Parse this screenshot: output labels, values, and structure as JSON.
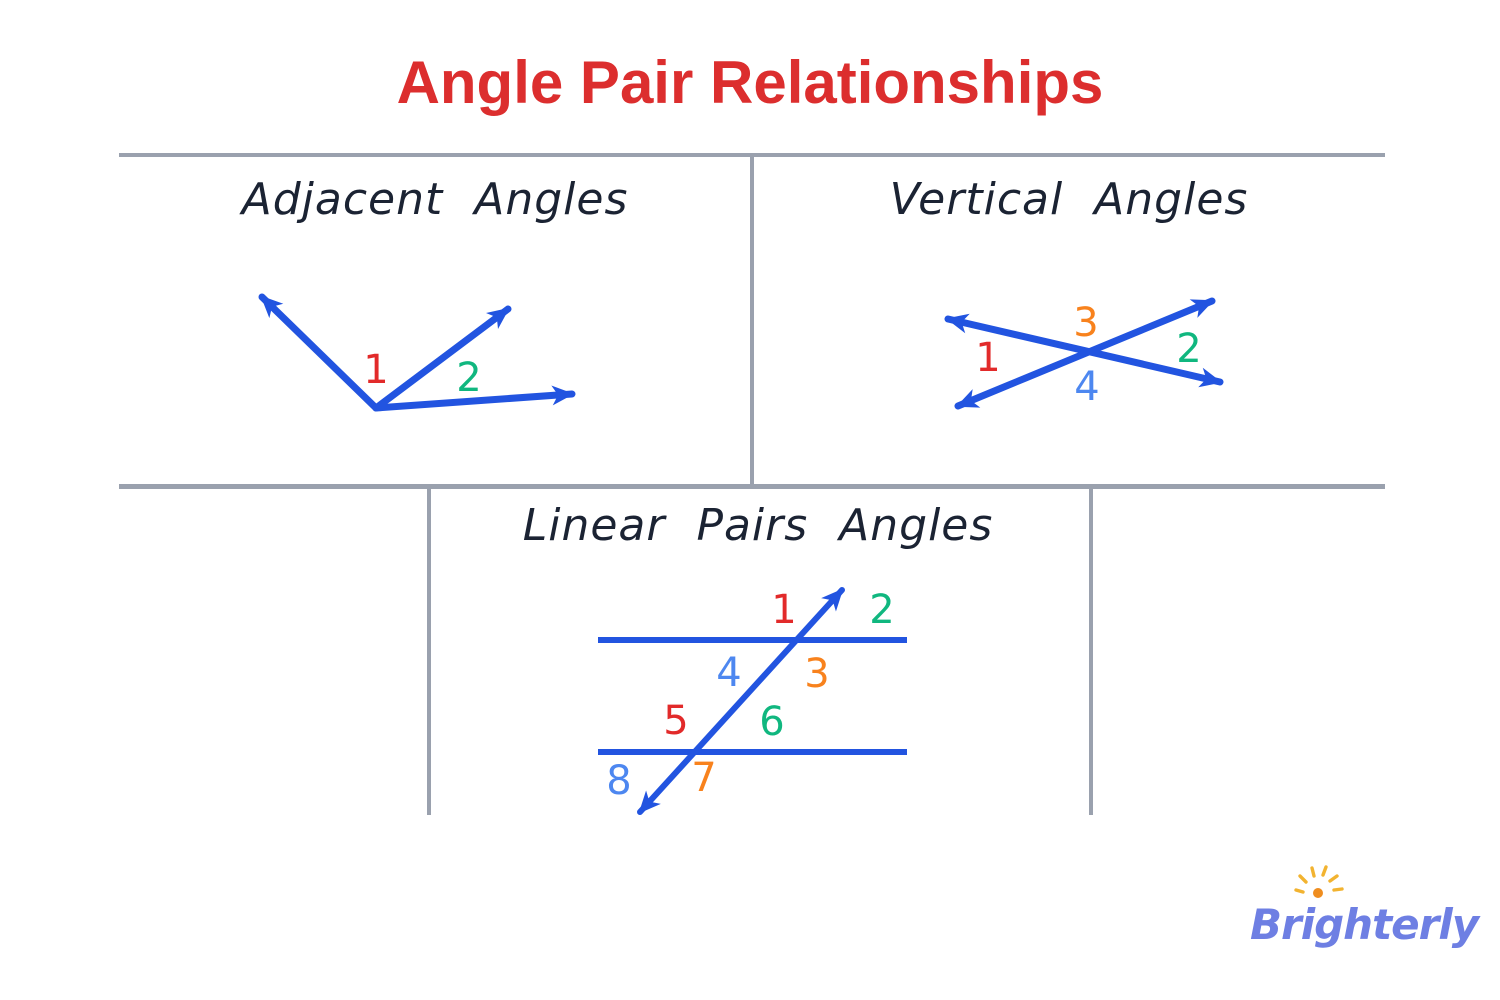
{
  "page": {
    "title": "Angle Pair Relationships"
  },
  "sections": {
    "adjacent": {
      "title": "Adjacent Angles",
      "labels": [
        {
          "text": "1",
          "color": "#e22a2a"
        },
        {
          "text": "2",
          "color": "#10b77f"
        }
      ]
    },
    "vertical": {
      "title": "Vertical Angles",
      "labels": [
        {
          "text": "3",
          "color": "#f8821d"
        },
        {
          "text": "1",
          "color": "#e22a2a"
        },
        {
          "text": "2",
          "color": "#10b77f"
        },
        {
          "text": "4",
          "color": "#4d87f0"
        }
      ]
    },
    "linear": {
      "title": "Linear Pairs Angles",
      "labels": [
        {
          "text": "1",
          "color": "#e22a2a"
        },
        {
          "text": "2",
          "color": "#10b77f"
        },
        {
          "text": "4",
          "color": "#4d87f0"
        },
        {
          "text": "3",
          "color": "#f8821d"
        },
        {
          "text": "5",
          "color": "#e22a2a"
        },
        {
          "text": "6",
          "color": "#10b77f"
        },
        {
          "text": "8",
          "color": "#4d87f0"
        },
        {
          "text": "7",
          "color": "#f8821d"
        }
      ]
    }
  },
  "logo": {
    "text": "Brighterly"
  },
  "colors": {
    "title_red": "#dc2e2e",
    "heading_navy": "#1b2333",
    "line_blue": "#2254e0",
    "divider_gray": "#9aa1ae",
    "label_red": "#e22a2a",
    "label_green": "#10b77f",
    "label_orange": "#f8821d",
    "label_blue": "#4d87f0",
    "logo_purple": "#6e7fe3",
    "logo_sun_yellow": "#f2b330",
    "logo_sun_orange": "#ef8d1f"
  }
}
